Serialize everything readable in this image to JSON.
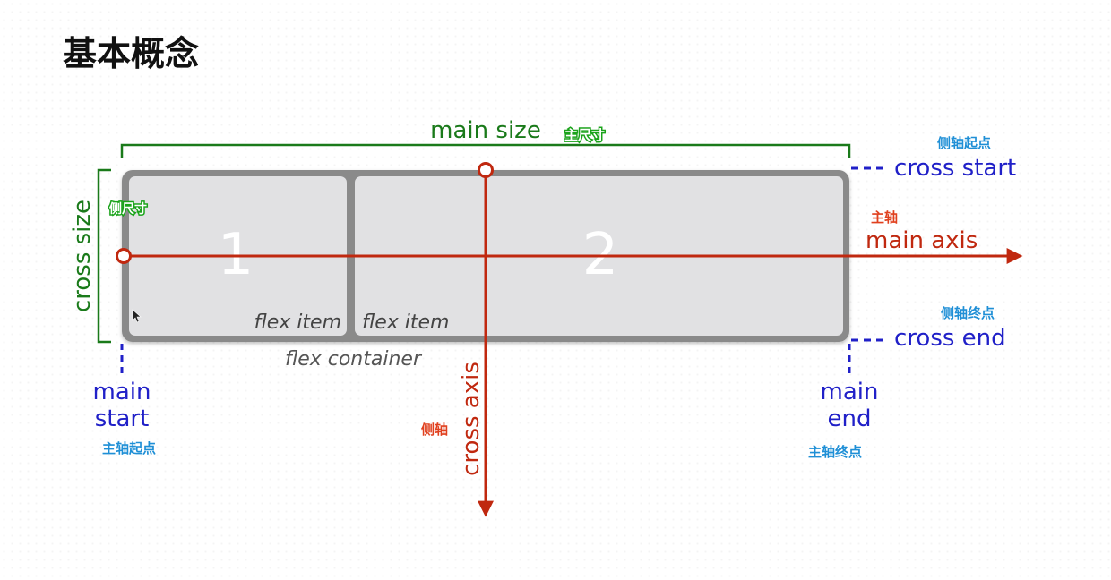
{
  "page": {
    "title": "基本概念"
  },
  "diagram": {
    "items": [
      {
        "number": "1",
        "label": "flex item"
      },
      {
        "number": "2",
        "label": "flex item"
      }
    ],
    "container_label": "flex container",
    "main_size": {
      "en": "main size",
      "zh": "主尺寸"
    },
    "cross_size": {
      "en": "cross size",
      "zh": "侧尺寸"
    },
    "main_axis": {
      "en": "main axis",
      "zh": "主轴"
    },
    "cross_axis": {
      "en": "cross axis",
      "zh": "侧轴"
    },
    "cross_start": {
      "en": "cross start",
      "zh": "侧轴起点"
    },
    "cross_end": {
      "en": "cross end",
      "zh": "侧轴终点"
    },
    "main_start": {
      "line1": "main",
      "line2": "start",
      "zh": "主轴起点"
    },
    "main_end": {
      "line1": "main",
      "line2": "end",
      "zh": "主轴终点"
    },
    "colors": {
      "main_size": "#1a7a1a",
      "axis": "#c0280f",
      "start_end": "#2020c8",
      "zh_label_blue": "#1f8fd6",
      "zh_label_red": "#e0401e",
      "zh_label_green_bg": "#1aa31a",
      "container_border": "#8a8a8a",
      "item_fill": "#e1e1e3",
      "item_label": "#444444"
    }
  }
}
